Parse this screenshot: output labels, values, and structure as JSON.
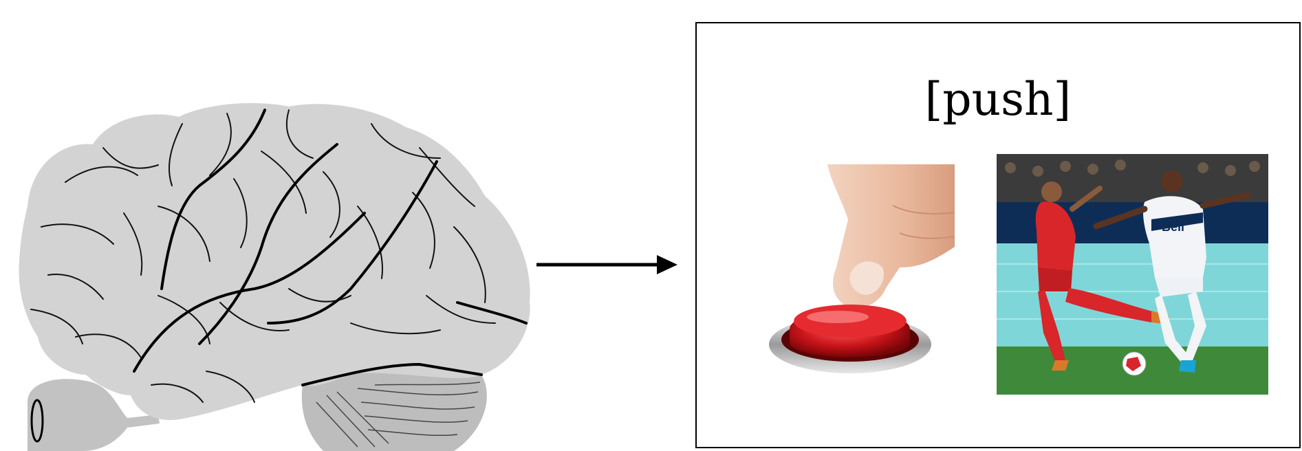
{
  "label": "[push]",
  "icons": {
    "brain": "brain-illustration",
    "arrow": "right-arrow-icon",
    "button": "push-button-photo",
    "soccer": "soccer-players-photo"
  },
  "colors": {
    "brain_fill": "#d3d3d3",
    "button_red": "#c8141a",
    "jersey_red": "#d8262a",
    "jersey_white": "#f2f4f7",
    "pitch_green": "#3f8a3a"
  }
}
